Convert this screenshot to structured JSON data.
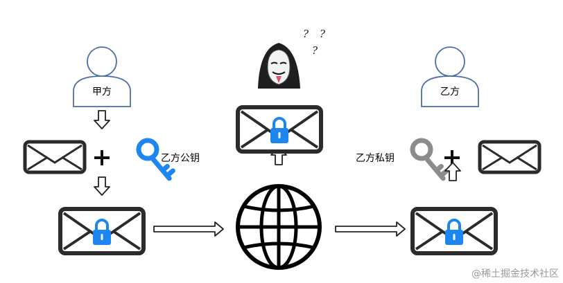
{
  "party_a": {
    "name": "甲方"
  },
  "party_b": {
    "name": "乙方"
  },
  "public_key_label": "乙方公钥",
  "private_key_label": "乙方私钥",
  "attacker_marks": [
    "?",
    "?",
    "?"
  ],
  "watermark": "@稀土掘金技术社区",
  "colors": {
    "person_outline": "#4a6fa5",
    "envelope_stroke": "#2b2b2b",
    "lock": "#1e86f0",
    "public_key": "#1e86f0",
    "private_key": "#8c8c8c",
    "arrow": "#222222"
  }
}
